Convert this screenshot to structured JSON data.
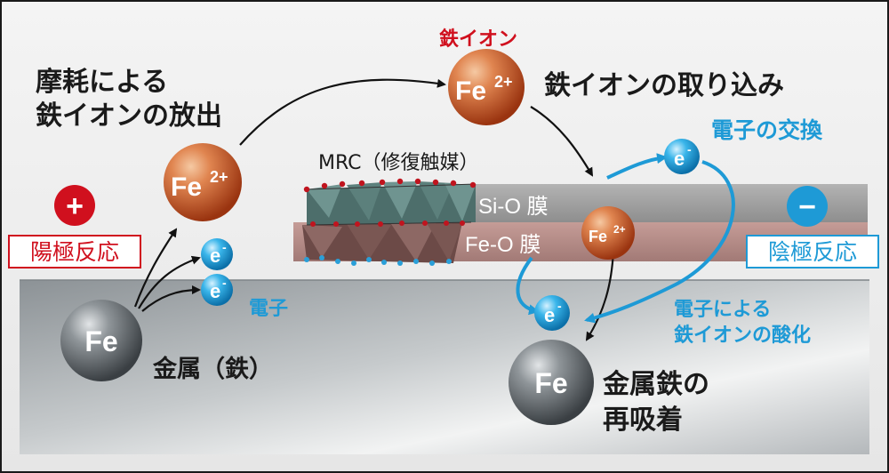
{
  "labels": {
    "iron_ion_top": "鉄イオン",
    "wear_release_line1": "摩耗による",
    "wear_release_line2": "鉄イオンの放出",
    "uptake": "鉄イオンの取り込み",
    "electron_exchange": "電子の交換",
    "mrc": "MRC（修復触媒）",
    "sio_film": "Si-O 膜",
    "feo_film": "Fe-O 膜",
    "anode_reaction": "陽極反応",
    "cathode_reaction": "陰極反応",
    "electron": "電子",
    "metal_iron": "金属（鉄）",
    "oxidation_line1": "電子による",
    "oxidation_line2": "鉄イオンの酸化",
    "readsorption_line1": "金属鉄の",
    "readsorption_line2": "再吸着"
  },
  "balls": {
    "fe_ion": "Fe",
    "fe_ion_charge": "2+",
    "fe": "Fe",
    "electron": "e",
    "electron_charge": "-"
  },
  "signs": {
    "plus": "+",
    "minus": "−"
  },
  "colors": {
    "accent_blue": "#1e9ad6",
    "accent_red": "#d0101e",
    "ion_orange": "#c6521e",
    "metal_gray": "#5b6166",
    "sio_band": "#9a9a9a",
    "feo_band": "#b58c88",
    "metal_slab": "#a9adb0"
  }
}
